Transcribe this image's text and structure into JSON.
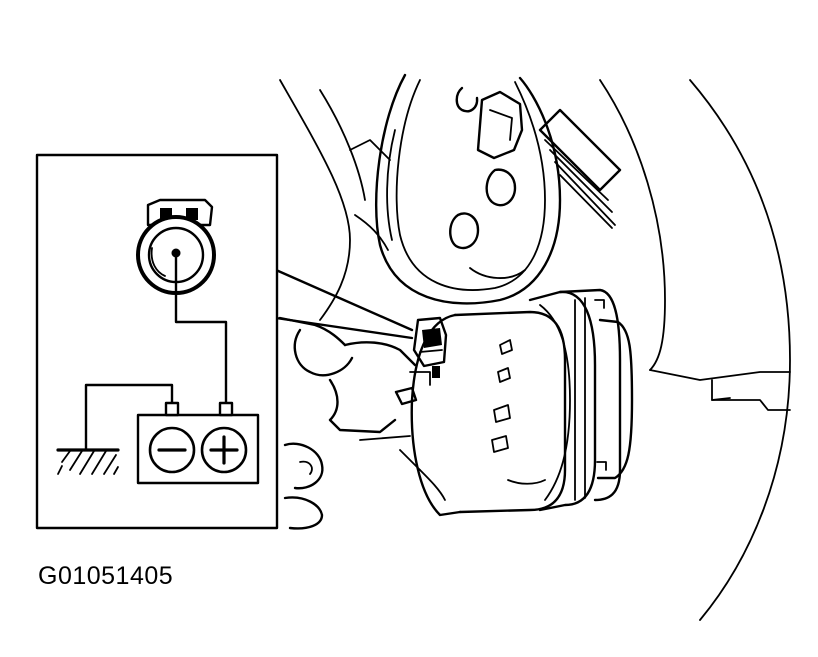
{
  "figure": {
    "id": "G01051405"
  },
  "inset": {
    "battery": {
      "negative_symbol": "minus-terminal-symbol",
      "positive_symbol": "plus-terminal-symbol"
    },
    "ground_symbol": "ground-symbol"
  },
  "colors": {
    "ink": "#000000",
    "paper": "#ffffff"
  }
}
